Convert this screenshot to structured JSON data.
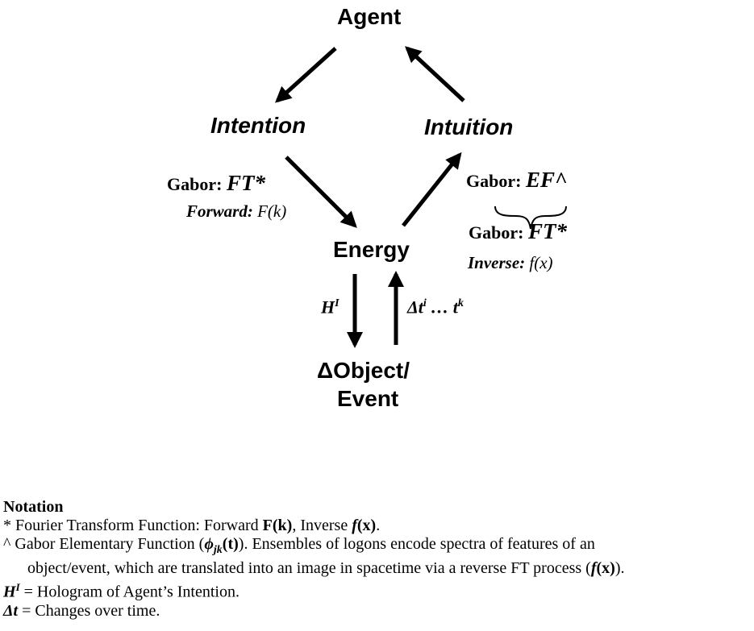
{
  "nodes": {
    "agent": "Agent",
    "intention": "Intention",
    "intuition": "Intuition",
    "energy": "Energy",
    "object_line1": "ΔObject/",
    "object_line2": "Event"
  },
  "labels": {
    "left_gabor_prefix": "Gabor:",
    "left_gabor_sym": "FT*",
    "left_forward_prefix": "Forward:",
    "left_forward_func": "F(k)",
    "right_gabor_prefix": "Gabor:",
    "right_gabor_sym": "EF^",
    "right_gabor2_prefix": "Gabor:",
    "right_gabor2_sym": "FT*",
    "right_inverse_prefix": "Inverse:",
    "right_inverse_func": "f(x)",
    "hologram_base": "H",
    "hologram_sup": "I",
    "delta_t_base": "Δt",
    "delta_t_sup1": "i",
    "delta_t_mid": " … t",
    "delta_t_sup2": "k"
  },
  "notation": {
    "heading": "Notation",
    "line1_prefix": "* Fourier Transform Function: Forward ",
    "line1_forward": "F(k)",
    "line1_mid": ", Inverse ",
    "line1_inverse": "f",
    "line1_inverse_arg": "(x)",
    "line1_end": ".",
    "line2_prefix": "^ Gabor Elementary Function (",
    "line2_phi": "ϕ",
    "line2_phi_sub": "jk",
    "line2_phi_arg": "(t)",
    "line2_suffix": "). Ensembles of logons encode spectra of features of an",
    "line3_text": "object/event, which are translated into an image in spacetime via a reverse FT process (",
    "line3_f": "f",
    "line3_f_arg": "(x)",
    "line3_end": ").",
    "line4_base": "H",
    "line4_sup": "I",
    "line4_text": " = Hologram of Agent’s Intention.",
    "line5_base": "Δt",
    "line5_text": " = Changes over time."
  }
}
